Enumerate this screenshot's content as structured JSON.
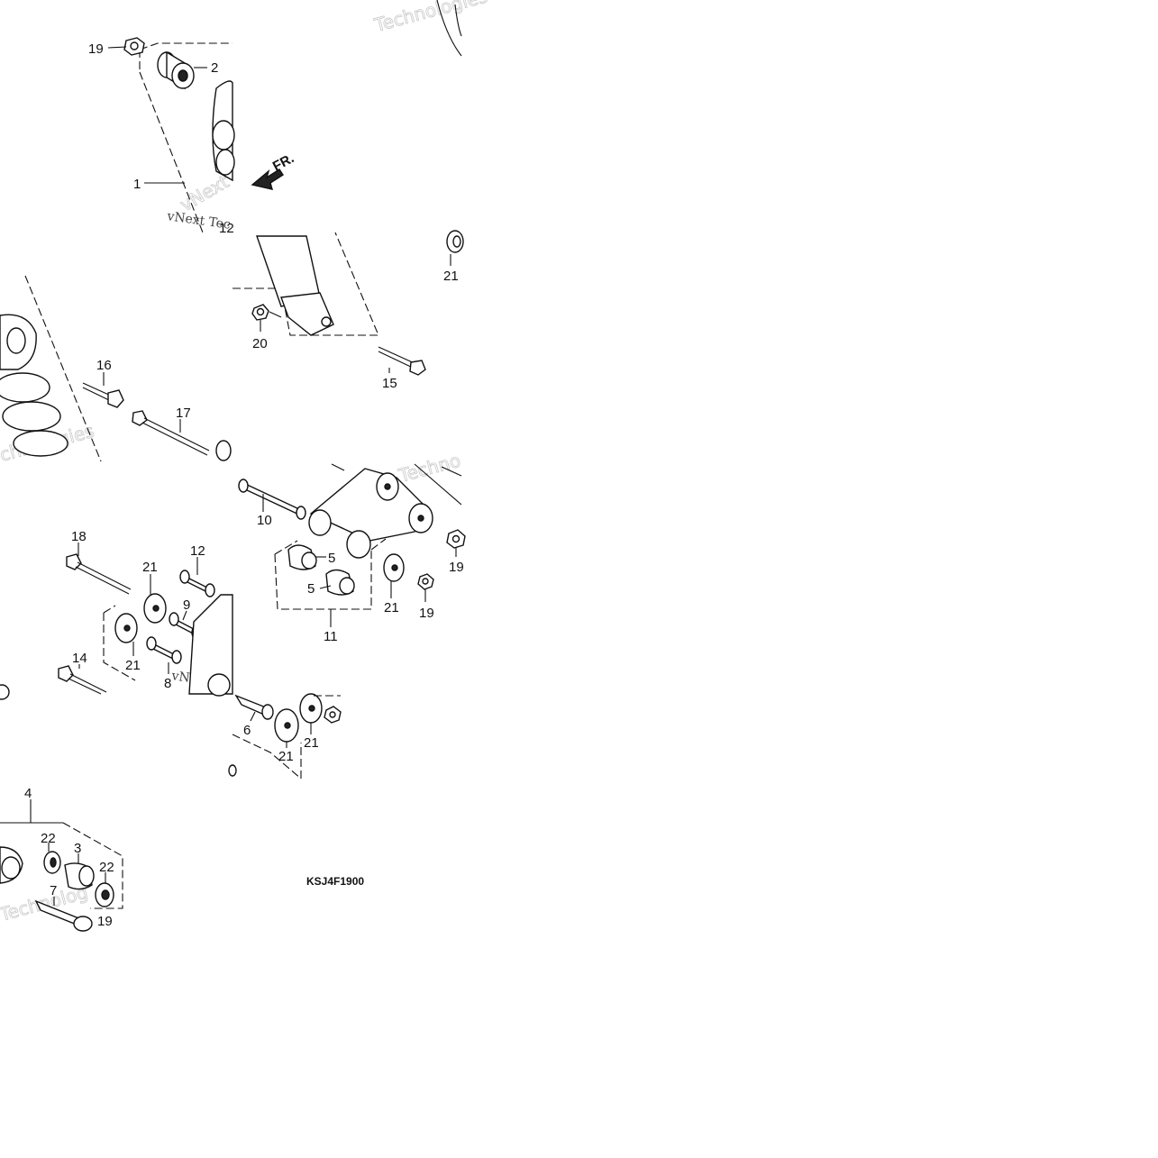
{
  "diagram": {
    "drawing_code": "KSJ4F1900",
    "direction_label": "FR.",
    "watermarks": [
      "Technologies",
      "vNext Tec",
      "vNext",
      "chnologies",
      "Techno",
      "vNext Te",
      "Technolog"
    ],
    "callouts": {
      "c19a": "19",
      "c2": "2",
      "c1": "1",
      "c12top": "12",
      "c21a": "21",
      "c20": "20",
      "c15": "15",
      "c16": "16",
      "c17": "17",
      "c10": "10",
      "c19b": "19",
      "c5a": "5",
      "c5b": "5",
      "c21b": "21",
      "c19c": "19",
      "c11": "11",
      "c18": "18",
      "c21c": "21",
      "c12": "12",
      "c9": "9",
      "c21d": "21",
      "c8": "8",
      "c14": "14",
      "c6": "6",
      "c21e": "21",
      "c21f": "21",
      "c4": "4",
      "c22a": "22",
      "c3": "3",
      "c22b": "22",
      "c7": "7",
      "c19d": "19"
    }
  }
}
